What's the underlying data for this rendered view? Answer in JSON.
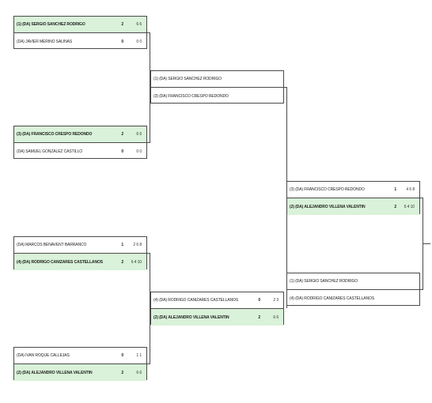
{
  "round1": [
    {
      "top": {
        "name": "(1) (DA) SERGIO SANCHEZ RODRIGO",
        "sets": "2",
        "score": "6 6",
        "winner": true
      },
      "bot": {
        "name": "(DA) JAVIER MERINO SALINAS",
        "sets": "0",
        "score": "0 0",
        "winner": false
      }
    },
    {
      "top": {
        "name": "(3) (DA) FRANCISCO CRESPO REDONDO",
        "sets": "2",
        "score": "6 6",
        "winner": true
      },
      "bot": {
        "name": "(DA) SAMUEL GONZALEZ CASTILLO",
        "sets": "0",
        "score": "0 0",
        "winner": false
      }
    },
    {
      "top": {
        "name": "(DA) MARCOS BENAVENT BARRANCO",
        "sets": "1",
        "score": "2 6 8",
        "winner": false
      },
      "bot": {
        "name": "(4) (DA) RODRIGO CAÑIZARES CASTELLANOS",
        "sets": "2",
        "score": "6 4 10",
        "winner": true
      }
    },
    {
      "top": {
        "name": "(DA) IVAN ROQUE CALLEJAS",
        "sets": "0",
        "score": "1 1",
        "winner": false
      },
      "bot": {
        "name": "(2) (DA) ALEJANDRO VILLENA VALENTIN",
        "sets": "2",
        "score": "6 6",
        "winner": true
      }
    }
  ],
  "round2": [
    {
      "top": {
        "name": "(1) (DA) SERGIO SANCHEZ RODRIGO",
        "sets": "",
        "score": "",
        "winner": false
      },
      "bot": {
        "name": "(3) (DA) FRANCISCO CRESPO REDONDO",
        "sets": "",
        "score": "",
        "winner": false
      }
    },
    {
      "top": {
        "name": "(4) (DA) RODRIGO CAÑIZARES CASTELLANOS",
        "sets": "0",
        "score": "2 3",
        "winner": false
      },
      "bot": {
        "name": "(2) (DA) ALEJANDRO VILLENA VALENTIN",
        "sets": "2",
        "score": "6 6",
        "winner": true
      }
    }
  ],
  "round3": [
    {
      "top": {
        "name": "(3) (DA) FRANCISCO CRESPO REDONDO",
        "sets": "1",
        "score": "4 6 8",
        "winner": false
      },
      "bot": {
        "name": "(2) (DA) ALEJANDRO VILLENA VALENTIN",
        "sets": "2",
        "score": "6 4 10",
        "winner": true
      }
    },
    {
      "top": {
        "name": "(1) (DA) SERGIO SANCHEZ RODRIGO",
        "sets": "",
        "score": "",
        "winner": false
      },
      "bot": {
        "name": "(4) (DA) RODRIGO CAÑIZARES CASTELLANOS",
        "sets": "",
        "score": "",
        "winner": false
      }
    }
  ],
  "colors": {
    "winner_bg": "#d9f2d9",
    "border": "#4a4a4a"
  }
}
